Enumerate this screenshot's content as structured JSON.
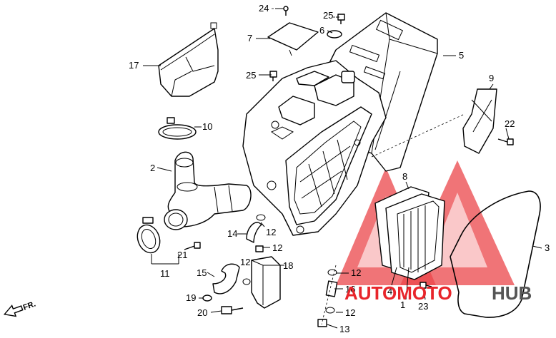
{
  "diagram": {
    "callouts": [
      "1",
      "2",
      "3",
      "4",
      "5",
      "6",
      "7",
      "8",
      "9",
      "10",
      "11",
      "12",
      "12",
      "12",
      "12",
      "12",
      "13",
      "14",
      "15",
      "16",
      "17",
      "18",
      "19",
      "20",
      "21",
      "22",
      "23",
      "24",
      "25",
      "25"
    ],
    "front_marker": "FR.",
    "watermark": {
      "word_a": "AUTOMOTO",
      "word_b": "HUB",
      "colors": {
        "red": "#e8252b",
        "gray": "#555555"
      }
    }
  }
}
